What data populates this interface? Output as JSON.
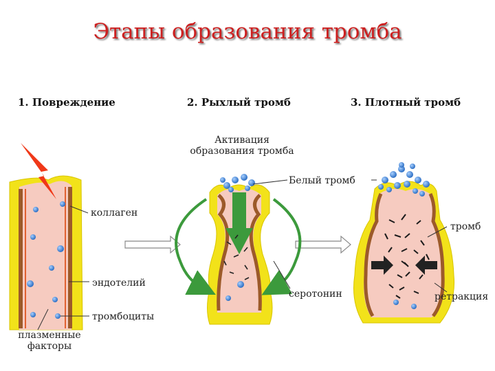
{
  "title": "Этапы  образования  тромба",
  "stages": {
    "s1": "1. Повреждение",
    "s2": "2. Рыхлый тромб",
    "s3": "3. Плотный тромб"
  },
  "labels": {
    "activation_line1": "Активация",
    "activation_line2": "образования тромба",
    "white_thrombus": "Белый тромб",
    "collagen": "коллаген",
    "thrombus": "тромб",
    "endothelium": "эндотелий",
    "serotonin": "серотонин",
    "retraction": "ретракция",
    "platelets": "тромбоциты",
    "plasma_line1": "плазменные",
    "plasma_line2": "факторы"
  },
  "colors": {
    "vessel_wall": "#f2e21a",
    "lumen": "#f6cbc0",
    "collagen": "#9c5a2a",
    "platelet": "#3b7fd0",
    "arrow_green": "#3c9a3c",
    "title": "#cc2020",
    "injury": "#f03818"
  }
}
